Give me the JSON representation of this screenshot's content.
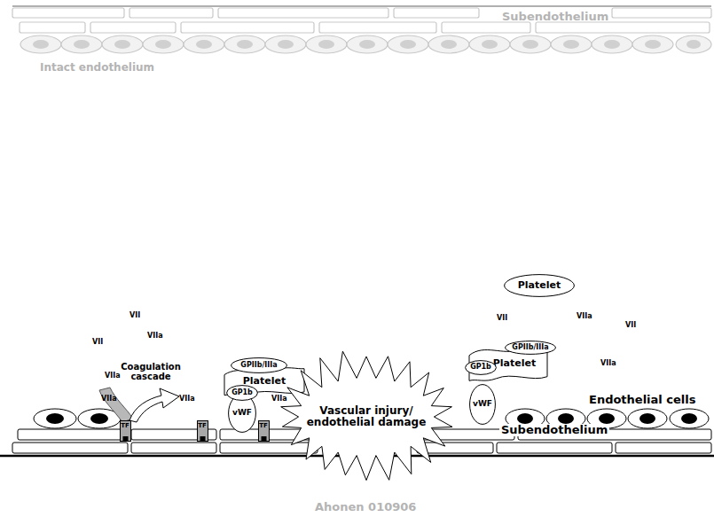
{
  "diagram": {
    "nodes": [
      {
        "text": [
          "Platelet"
        ]
      },
      {
        "text": [
          "GPIIb/IIIa"
        ]
      },
      {
        "text": [
          "Platelet"
        ]
      },
      {
        "text": [
          "GP1b"
        ]
      },
      {
        "text": [
          "vWF"
        ]
      },
      {
        "text": [
          "TF"
        ]
      },
      {
        "text": [
          "TF"
        ]
      },
      {
        "text": [
          "TF"
        ]
      },
      {
        "text": [
          "Vascular injury/ endothelial damage"
        ]
      },
      {
        "text": [
          "vWF"
        ]
      },
      {
        "text": [
          "GP1b"
        ]
      },
      {
        "text": [
          "Platelet"
        ]
      },
      {
        "text": [
          "GPIIb/IIIa"
        ]
      }
    ],
    "labels": [
      "Subendothelium",
      "Intact endothelium",
      "VII",
      "VII",
      "VIIa",
      "Coagulation cascade",
      "VIIa",
      "VIIa",
      "VIIa",
      "VIIa",
      "VII",
      "VIIa",
      "VII",
      "VIIa",
      "Endothelial cells",
      "Subendothelium",
      "Ahonen 010906"
    ]
  }
}
